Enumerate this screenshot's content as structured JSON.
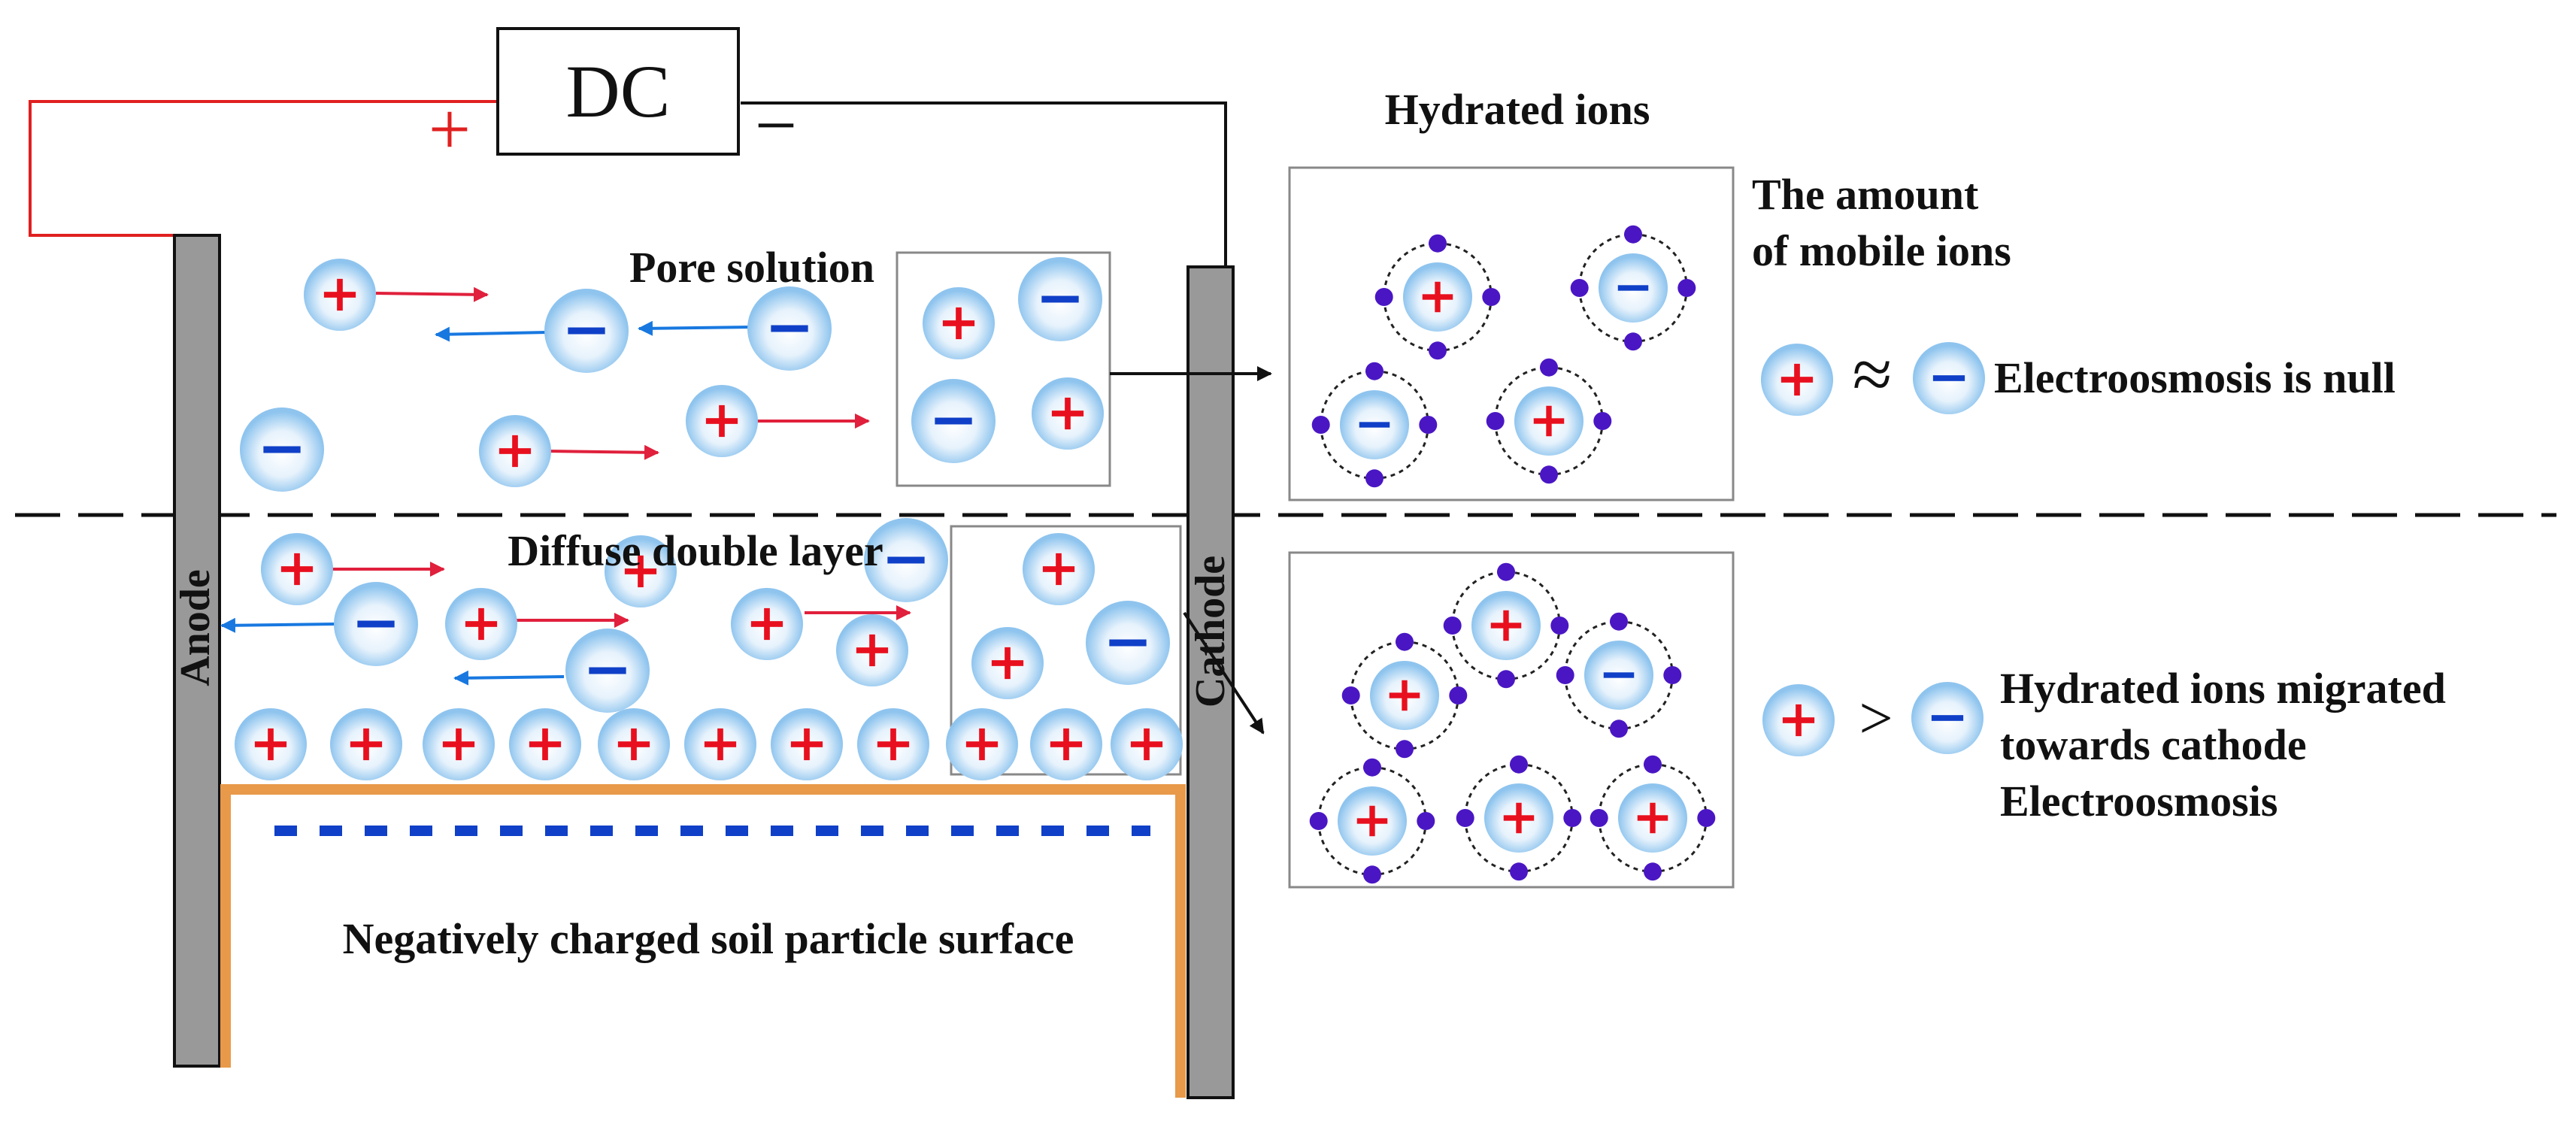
{
  "colors": {
    "positive": "#e8101e",
    "negative": "#1040c8",
    "anion_arrow": "#1878e0",
    "cation_arrow": "#e0203c",
    "electrode": "#999999",
    "soil_surface": "#e8994a",
    "water_dot": "#4a16c4",
    "wire_positive": "#e02020",
    "wire_negative": "#111111",
    "ion_glow": "#8ec4ee"
  },
  "icons": {
    "cation": "plus-sign",
    "anion": "minus-sign",
    "approx": "approximately-equal-sign",
    "greater": "greater-than-sign"
  },
  "power_supply": {
    "label": "DC",
    "positive_terminal": "+",
    "negative_terminal": "−"
  },
  "electrodes": {
    "anode": "Anode",
    "cathode": "Cathode"
  },
  "zones": {
    "pore_solution": "Pore solution",
    "diffuse_double_layer": "Diffuse double layer",
    "soil_surface": "Negatively charged soil particle surface"
  },
  "right_panel": {
    "title": "Hydrated ions",
    "top_caption_line1": "The amount",
    "top_caption_line2": "of mobile ions",
    "top_relation": "≈",
    "top_result": "Electroosmosis is null",
    "bottom_relation": ">",
    "bottom_caption_line1": "Hydrated ions migrated",
    "bottom_caption_line2": "towards cathode",
    "bottom_caption_line3": "Electroosmosis"
  }
}
